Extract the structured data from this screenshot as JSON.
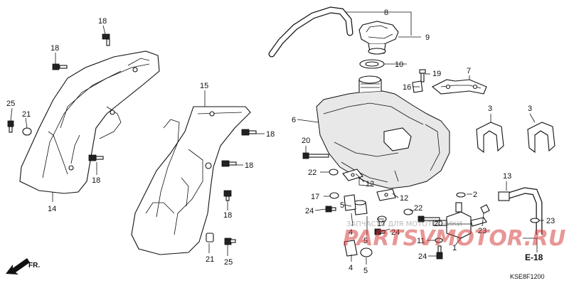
{
  "diagram": {
    "code": "KSE8F1200",
    "section_ref": "E-18",
    "direction_label": "FR.",
    "callouts": {
      "c18a": "18",
      "c18b": "18",
      "c18c": "18",
      "c18d": "18",
      "c18e": "18",
      "c18f": "18",
      "c25a": "25",
      "c25b": "25",
      "c21a": "21",
      "c21b": "21",
      "c14": "14",
      "c15": "15",
      "c8": "8",
      "c9": "9",
      "c10": "10",
      "c19": "19",
      "c16": "16",
      "c7": "7",
      "c6": "6",
      "c3a": "3",
      "c3b": "3",
      "c20a": "20",
      "c20b": "20",
      "c22a": "22",
      "c22b": "22",
      "c12a": "12",
      "c12b": "12",
      "c17a": "17",
      "c17b": "17",
      "c24a": "24",
      "c24b": "24",
      "c24c": "24",
      "c5a": "5",
      "c5b": "5",
      "c4a": "4",
      "c4b": "4",
      "c2": "2",
      "c13": "13",
      "c11": "11",
      "c1": "1",
      "c23a": "23",
      "c23b": "23"
    }
  },
  "watermark": {
    "caption": "ЗАПЧАСТИ ДЛЯ МОТОТЕХНИКИ",
    "site": "PARTSVMOTOR.RU"
  }
}
